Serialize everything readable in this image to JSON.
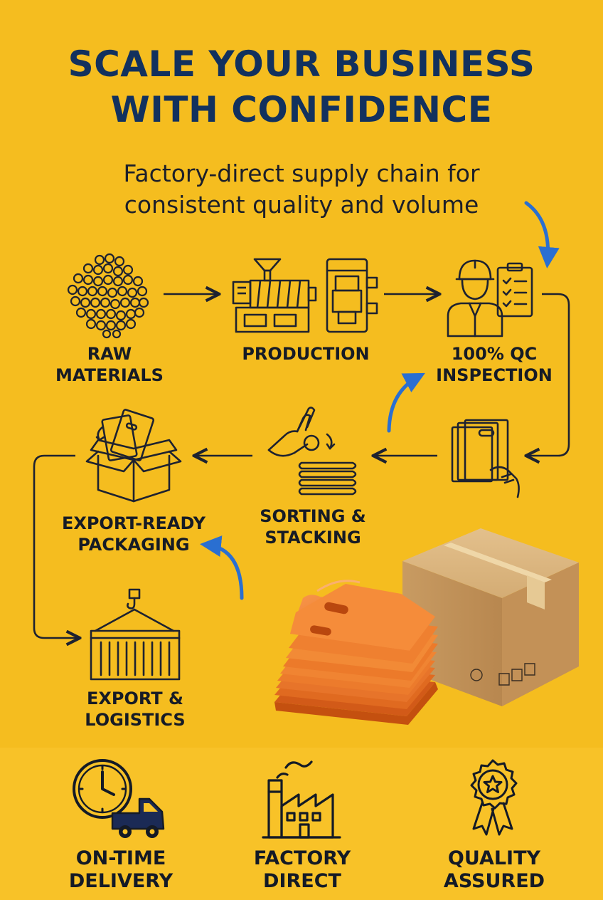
{
  "header": {
    "title_line1": "SCALE YOUR BUSINESS",
    "title_line2": "WITH CONFIDENCE",
    "subtitle_line1": "Factory-direct supply chain for",
    "subtitle_line2": "consistent quality and volume"
  },
  "process_steps": [
    {
      "line1": "RAW",
      "line2": "MATERIALS",
      "icon": "pellets-icon"
    },
    {
      "line1": "PRODUCTION",
      "line2": "",
      "icon": "machine-icon"
    },
    {
      "line1": "100% QC",
      "line2": "INSPECTION",
      "icon": "inspector-icon"
    },
    {
      "line1": "SORTING &",
      "line2": "STACKING",
      "icon": "hand-stack-icon"
    },
    {
      "line1": "EXPORT-READY",
      "line2": "PACKAGING",
      "icon": "open-box-icon"
    },
    {
      "line1": "EXPORT &",
      "line2": "LOGISTICS",
      "icon": "container-icon"
    }
  ],
  "footer": [
    {
      "line1": "ON-TIME",
      "line2": "DELIVERY",
      "icon": "clock-truck-icon"
    },
    {
      "line1": "FACTORY",
      "line2": "DIRECT",
      "icon": "factory-icon"
    },
    {
      "line1": "QUALITY",
      "line2": "ASSURED",
      "icon": "badge-star-icon"
    }
  ],
  "colors": {
    "background": "#f5bd1f",
    "title": "#12315e",
    "accent_arrow": "#2a6fd1",
    "bag": "#f07a26",
    "box": "#cfa36d"
  }
}
